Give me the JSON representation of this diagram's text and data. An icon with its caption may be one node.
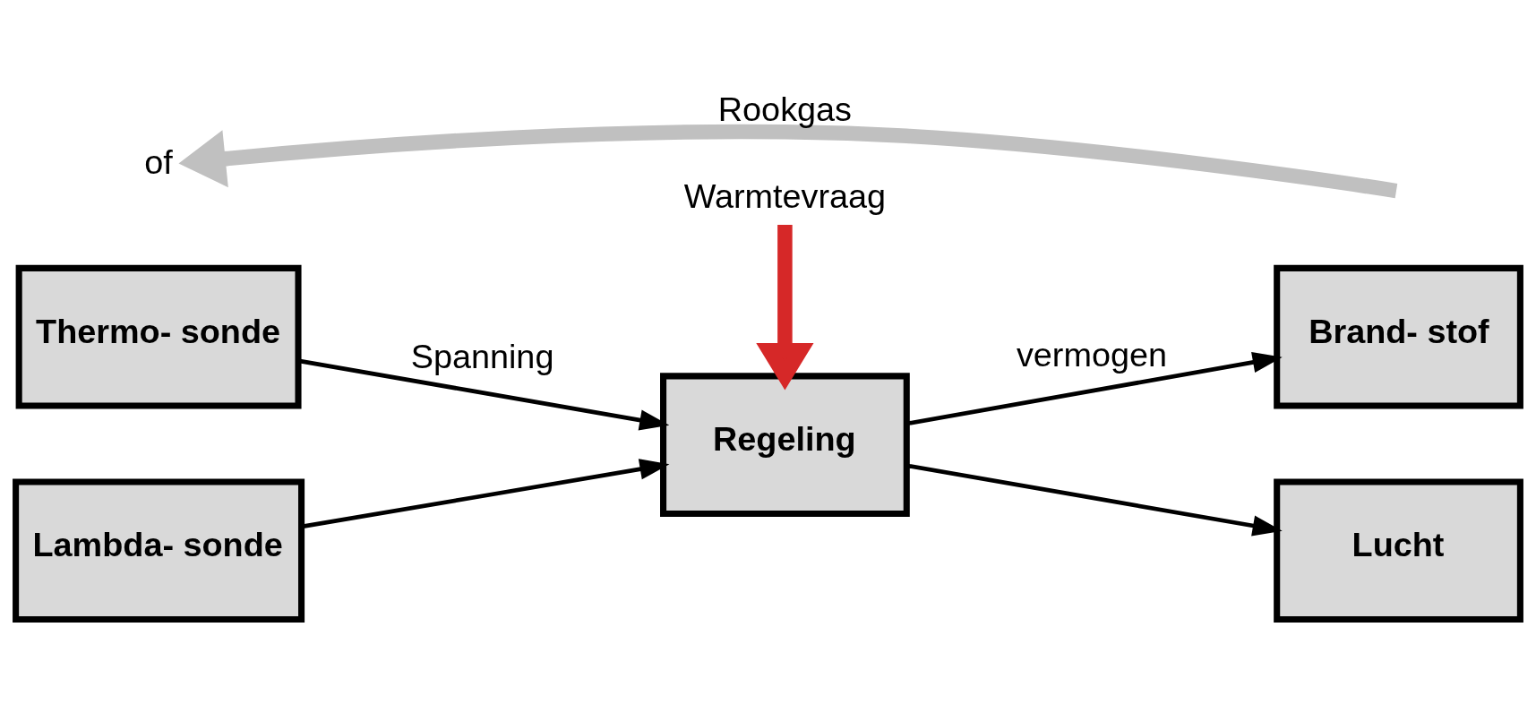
{
  "diagram": {
    "nodes": [
      {
        "text": [
          "Thermo- sonde"
        ]
      },
      {
        "text": [
          "Lambda- sonde"
        ]
      },
      {
        "text": [
          "Regeling"
        ]
      },
      {
        "text": [
          "Brand- stof"
        ]
      },
      {
        "text": [
          "Lucht"
        ]
      },
      {
        "text": [
          "Warmtevraag"
        ]
      },
      {
        "text": [
          "of"
        ]
      }
    ],
    "edges": [
      {
        "from": 0,
        "to": 2,
        "arrow": "to",
        "label": "Spanning"
      },
      {
        "from": 1,
        "to": 2,
        "arrow": "to"
      },
      {
        "from": 2,
        "to": 3,
        "arrow": "to",
        "label": "vermogen"
      },
      {
        "from": 2,
        "to": 4,
        "arrow": "to"
      },
      {
        "from": 5,
        "to": 2,
        "arrow": "to",
        "style": "thick",
        "color": "#d62828"
      },
      {
        "from": null,
        "to": 6,
        "arrow": "to",
        "label": "Rookgas",
        "style": "thick",
        "color": "#c0c0c0"
      }
    ]
  }
}
